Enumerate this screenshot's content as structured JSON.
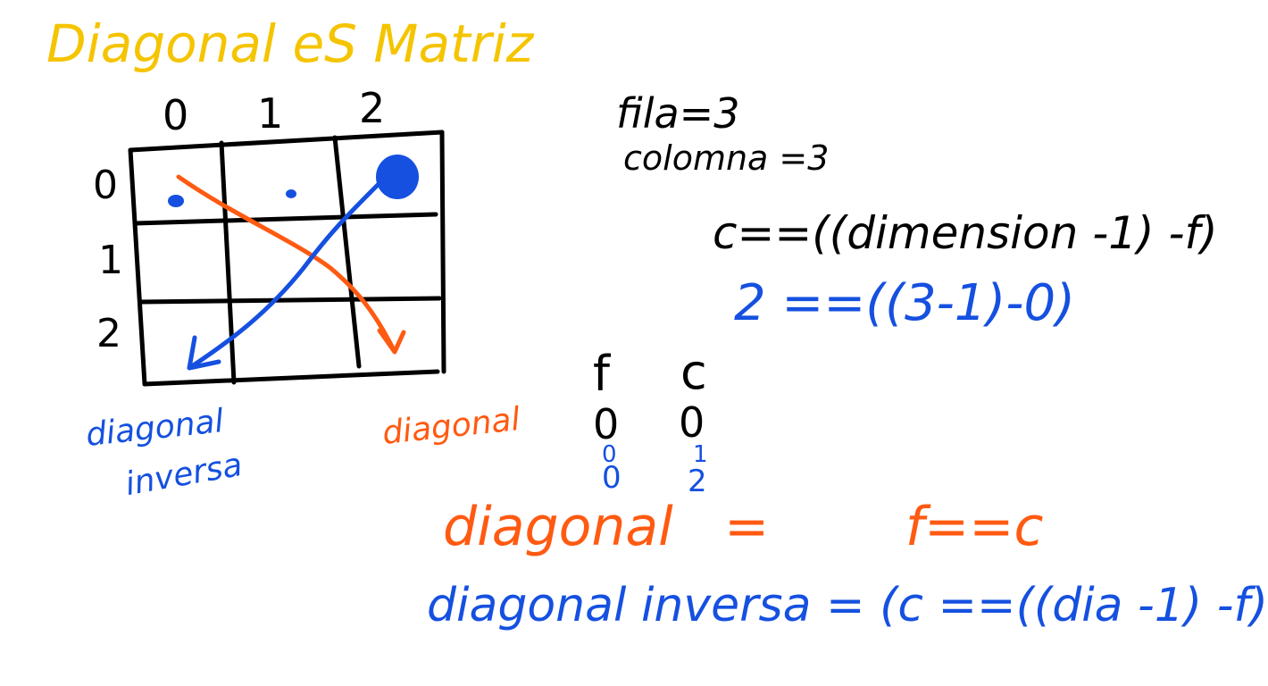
{
  "colors": {
    "title": "#f5c400",
    "ink": "#000000",
    "blue": "#1550e0",
    "orange": "#ff5a12"
  },
  "title": "Diagonal eS Matriz",
  "matrix": {
    "col_labels": [
      "0",
      "1",
      "2"
    ],
    "row_labels": [
      "0",
      "1",
      "2"
    ]
  },
  "vars": {
    "fila": "fila=3",
    "colomna": "colomna =3"
  },
  "formula": {
    "general": "c==((dimension -1) -f)",
    "example": "2 ==((3-1)-0)"
  },
  "table": {
    "headers": [
      "f",
      "c"
    ],
    "rows": [
      {
        "f": "0",
        "c": "0"
      },
      {
        "f": "0",
        "c": "1"
      },
      {
        "f": "0",
        "c": "2"
      }
    ]
  },
  "labels": {
    "diagonal_inversa_line1": "diagonal",
    "diagonal_inversa_line2": "inversa",
    "diagonal": "diagonal"
  },
  "equations": {
    "diagonal": "diagonal   =        f==c",
    "diagonal_inversa": "diagonal inversa = (c ==((dia -1) -f)"
  }
}
